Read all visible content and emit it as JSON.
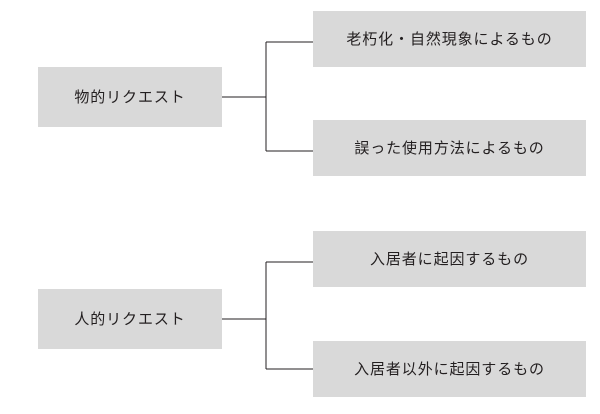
{
  "diagram": {
    "type": "tree",
    "orientation": "left-to-right",
    "background_color": "#ffffff",
    "node_fill_color": "#d9d9d9",
    "text_color": "#231f20",
    "connector_color": "#231f20",
    "groups": [
      {
        "id": "group-material",
        "root": {
          "label": "物的リクエスト"
        },
        "children": [
          {
            "label": "老朽化・自然現象によるもの"
          },
          {
            "label": "誤った使用方法によるもの"
          }
        ]
      },
      {
        "id": "group-human",
        "root": {
          "label": "人的リクエスト"
        },
        "children": [
          {
            "label": "入居者に起因するもの"
          },
          {
            "label": "入居者以外に起因するもの"
          }
        ]
      }
    ]
  }
}
